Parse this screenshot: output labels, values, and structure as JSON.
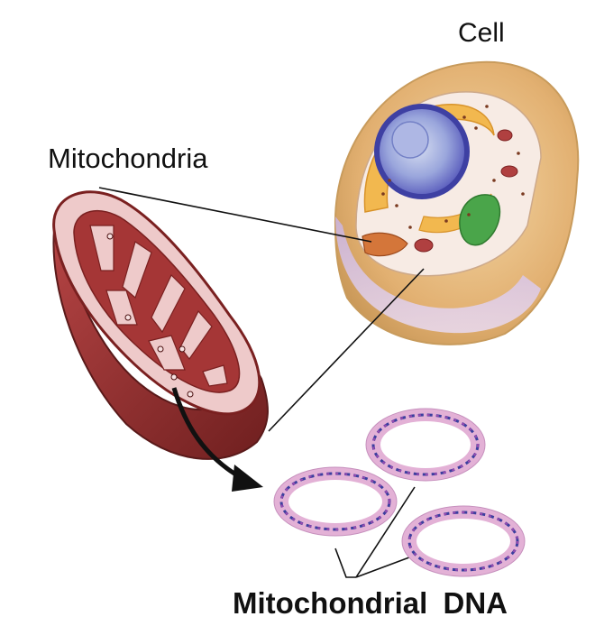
{
  "labels": {
    "cell": "Cell",
    "mitochondria": "Mitochondria",
    "mitochondrial_dna": "Mitochondrial  DNA"
  },
  "colors": {
    "cell_body": "#d9a765",
    "cell_membrane_purple": "#b8a0d8",
    "nucleus": "#5b5ec8",
    "nucleolus": "#8f9fd8",
    "er": "#f0b24a",
    "mitochondrion_outer": "#9e2f2f",
    "mitochondrion_inner": "#eecaca",
    "chloroplast": "#4aa54a",
    "plasmid_fill": "#e3b1d6",
    "dna_strand": "#3b3f9e",
    "leader_line": "#111111"
  }
}
